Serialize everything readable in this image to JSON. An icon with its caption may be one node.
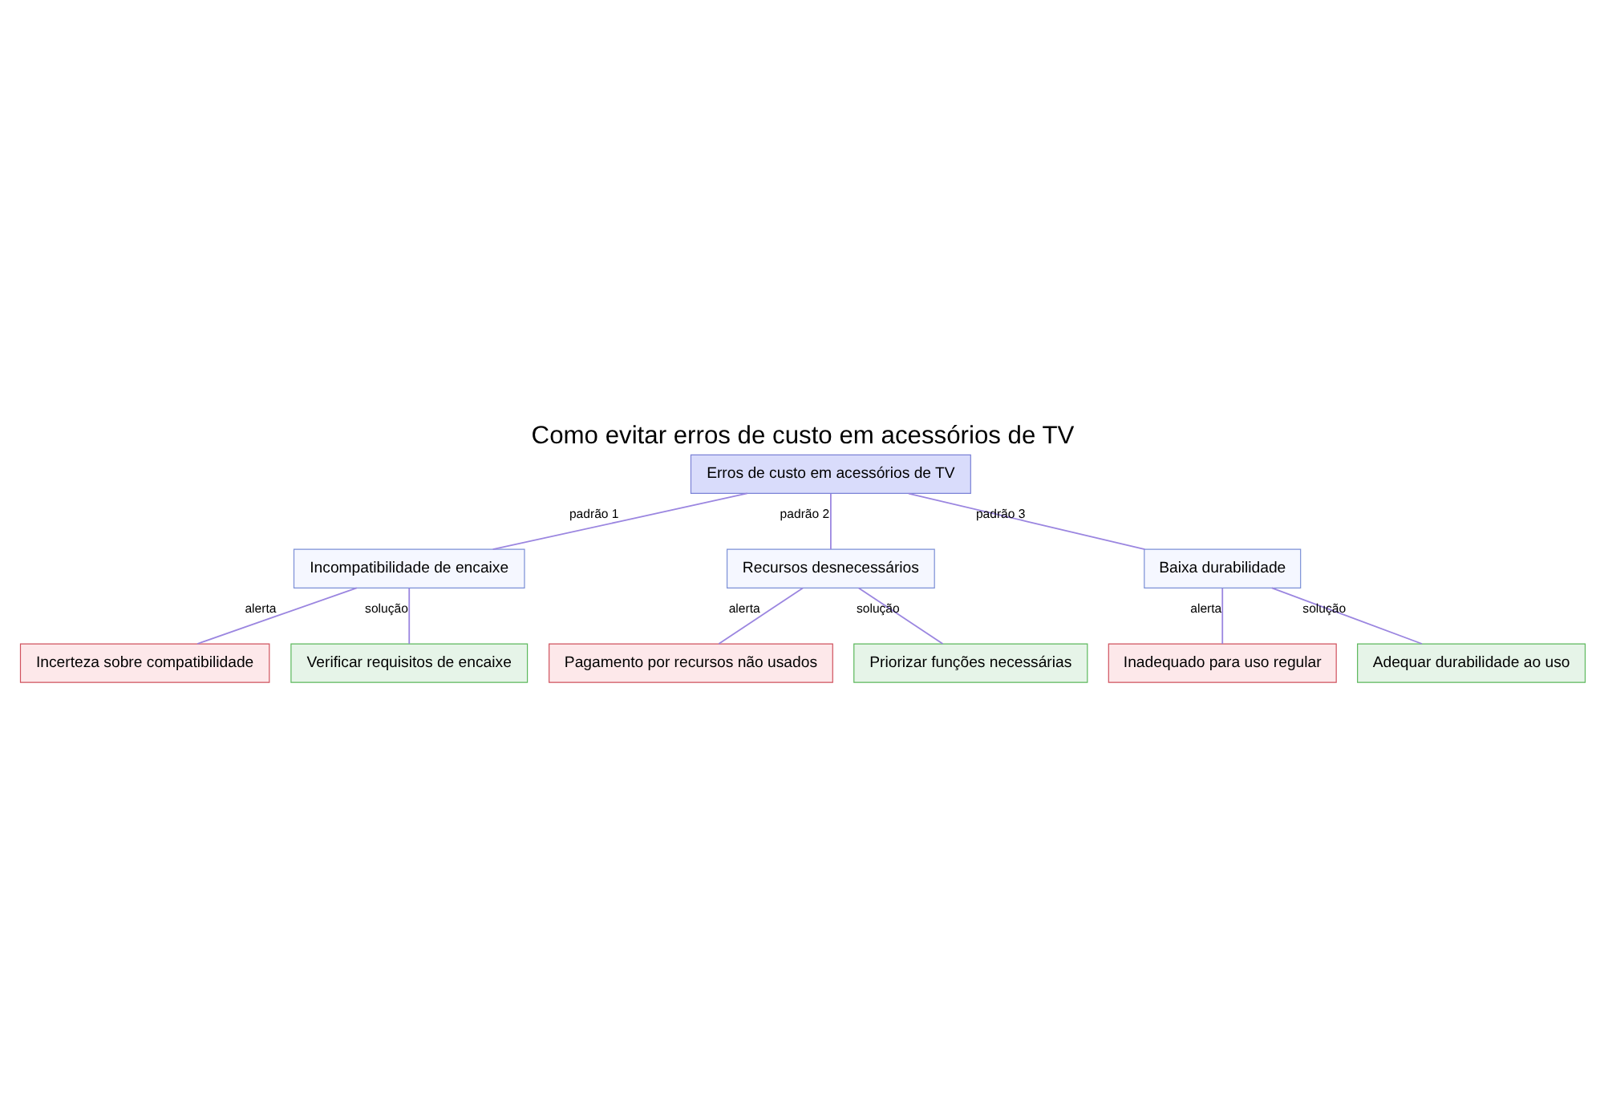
{
  "diagram": {
    "title": "Como evitar erros de custo em acessórios de TV",
    "nodes": [
      {
        "text": [
          "Erros de custo em acessórios de TV"
        ]
      },
      {
        "text": [
          "Incompatibilidade de encaixe"
        ]
      },
      {
        "text": [
          "Recursos desnecessários"
        ]
      },
      {
        "text": [
          "Baixa durabilidade"
        ]
      },
      {
        "text": [
          "Incerteza sobre compatibilidade"
        ]
      },
      {
        "text": [
          "Verificar requisitos de encaixe"
        ]
      },
      {
        "text": [
          "Pagamento por recursos não usados"
        ]
      },
      {
        "text": [
          "Priorizar funções necessárias"
        ]
      },
      {
        "text": [
          "Inadequado para uso regular"
        ]
      },
      {
        "text": [
          "Adequar durabilidade ao uso"
        ]
      }
    ],
    "edges": [
      {
        "from": 0,
        "to": 1,
        "arrow": "none",
        "label": "padrão 1"
      },
      {
        "from": 0,
        "to": 2,
        "arrow": "none",
        "label": "padrão 2"
      },
      {
        "from": 0,
        "to": 3,
        "arrow": "none",
        "label": "padrão 3"
      },
      {
        "from": 1,
        "to": 4,
        "arrow": "none",
        "label": "alerta"
      },
      {
        "from": 1,
        "to": 5,
        "arrow": "none",
        "label": "solução"
      },
      {
        "from": 2,
        "to": 6,
        "arrow": "none",
        "label": "alerta"
      },
      {
        "from": 2,
        "to": 7,
        "arrow": "none",
        "label": "solução"
      },
      {
        "from": 3,
        "to": 8,
        "arrow": "none",
        "label": "alerta"
      },
      {
        "from": 3,
        "to": 9,
        "arrow": "none",
        "label": "solução"
      }
    ]
  }
}
